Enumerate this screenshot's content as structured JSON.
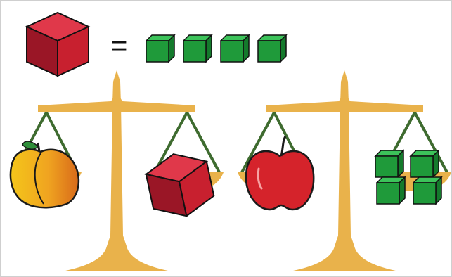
{
  "equation": {
    "symbol": "=",
    "left": {
      "item": "red-cube",
      "count": 1
    },
    "right": {
      "item": "green-cube",
      "count": 4
    }
  },
  "scales": [
    {
      "name": "left-scale",
      "left_pan": "peach",
      "right_pan": "red-cube",
      "balanced": true
    },
    {
      "name": "right-scale",
      "left_pan": "red-apple",
      "right_pan": "green-cube x4",
      "balanced": true
    }
  ],
  "colors": {
    "red_cube": "#c8202f",
    "green_cube": "#1f9a3a",
    "scale_gold": "#e9b24b",
    "chain_green": "#3e6b2f",
    "apple_red": "#d5232b",
    "peach_yellow": "#f3c21a",
    "peach_orange": "#e27a1b",
    "frame": "#cfcfcf"
  }
}
